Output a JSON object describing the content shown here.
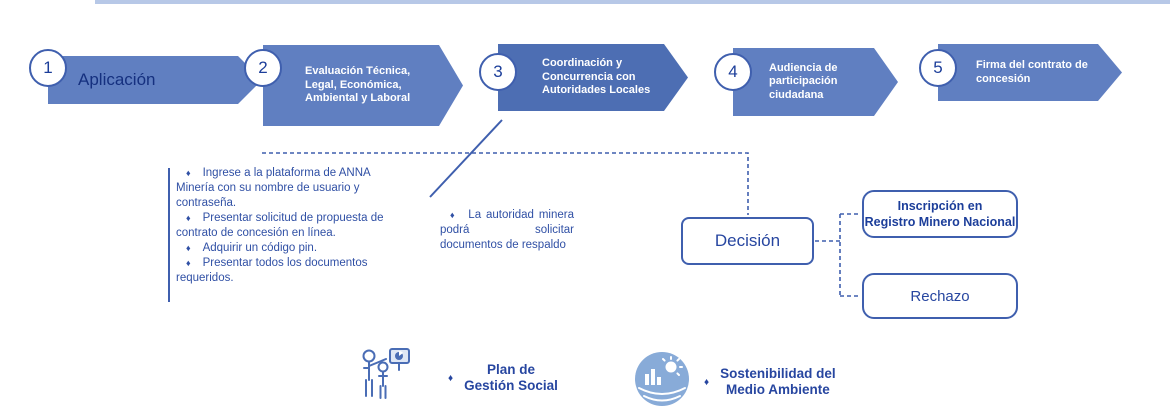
{
  "colors": {
    "arrow_blue": "#607fc1",
    "arrow_dark_blue": "#4d6eb3",
    "outline_blue": "#3f5fae",
    "note_text_blue": "#3050a5",
    "navy_text": "#1c3e9a",
    "top_strip": "#b7c8e7",
    "env_icon_fill": "#88abd8"
  },
  "bullet_char": "♦",
  "steps": [
    {
      "number": "1",
      "label": "Aplicación"
    },
    {
      "number": "2",
      "label": "Evaluación Técnica, Legal, Económica, Ambiental y Laboral"
    },
    {
      "number": "3",
      "label": "Coordinación y Concurrencia con Autoridades Locales"
    },
    {
      "number": "4",
      "label": "Audiencia de participación ciudadana"
    },
    {
      "number": "5",
      "label": "Firma del contrato de concesión"
    }
  ],
  "step2_notes": [
    "Ingrese a la plataforma de ANNA Minería con su nombre de usuario y contraseña.",
    "Presentar solicitud de propuesta de contrato de concesión en línea.",
    "Adquirir un código pin.",
    "Presentar todos los documentos requeridos."
  ],
  "step3_note": "La autoridad minera podrá solicitar documentos de respaldo",
  "decision": {
    "label": "Decisión",
    "accept_line1": "Inscripción en",
    "accept_line2": "Registro Minero Nacional",
    "reject": "Rechazo"
  },
  "footer": {
    "social": {
      "line1": "Plan de",
      "line2": "Gestión Social"
    },
    "environment": {
      "line1": "Sostenibilidad del",
      "line2": "Medio Ambiente"
    }
  }
}
